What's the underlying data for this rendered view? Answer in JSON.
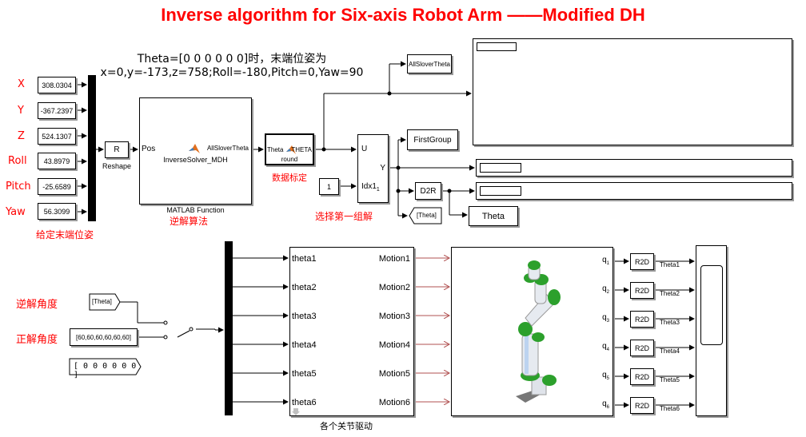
{
  "title": "Inverse algorithm for Six-axis Robot Arm ——Modified DH",
  "annotation": [
    "Theta=[0 0 0 0 0 0]时，末端位姿为",
    "x=0,y=-173,z=758;Roll=-180,Pitch=0,Yaw=90"
  ],
  "inputs": [
    {
      "label": "X",
      "value": "308.0304"
    },
    {
      "label": "Y",
      "value": "-367.2397"
    },
    {
      "label": "Z",
      "value": "524.1307"
    },
    {
      "label": "Roll",
      "value": "43.8979"
    },
    {
      "label": "Pitch",
      "value": "-25.6589"
    },
    {
      "label": "Yaw",
      "value": "56.3099"
    }
  ],
  "captions": {
    "pose": "给定末端位姿",
    "inverse_algo": "逆解算法",
    "calib": "数据标定",
    "select_first": "选择第一组解",
    "inverse_angle": "逆解角度",
    "forward_angle": "正解角度",
    "joint_drive": "各个关节驱动"
  },
  "blocks": {
    "reshape_symbol": "R",
    "reshape_name": "Reshape",
    "matlab_in": "Pos",
    "matlab_out": "AllSloverTheta",
    "matlab_fn": "InverseSolver_MDH",
    "matlab_name": "MATLAB Function",
    "round_in": "Theta",
    "round_out": "THETA",
    "round_name": "round",
    "selector_u": "U",
    "selector_idx": "Idx1",
    "selector_idx_sub": "1",
    "selector_y": "Y",
    "const_one": "1",
    "to_ws_all": "AllSloverTheta",
    "first_group": "FirstGroup",
    "d2r": "D2R",
    "goto_theta": "[Theta]",
    "theta_out": "Theta",
    "from_theta": "[Theta]",
    "forward_const": "[60,60,60,60,60,60]",
    "display_values": "[ 0 0 0 0 0 0 ]"
  },
  "joints": [
    {
      "in": "theta1",
      "out": "Motion1",
      "q": "q",
      "sub": "1",
      "r2d": "R2D",
      "name": "Theta1"
    },
    {
      "in": "theta2",
      "out": "Motion2",
      "q": "q",
      "sub": "2",
      "r2d": "R2D",
      "name": "Theta2"
    },
    {
      "in": "theta3",
      "out": "Motion3",
      "q": "q",
      "sub": "3",
      "r2d": "R2D",
      "name": "Theta3"
    },
    {
      "in": "theta4",
      "out": "Motion4",
      "q": "q",
      "sub": "4",
      "r2d": "R2D",
      "name": "Theta4"
    },
    {
      "in": "theta5",
      "out": "Motion5",
      "q": "q",
      "sub": "5",
      "r2d": "R2D",
      "name": "Theta5"
    },
    {
      "in": "theta6",
      "out": "Motion6",
      "q": "q",
      "sub": "6",
      "r2d": "R2D",
      "name": "Theta6"
    }
  ],
  "colors": {
    "accent": "#ff0000",
    "signal_physical": "#b05050",
    "robot_joint": "#2ca02c"
  }
}
